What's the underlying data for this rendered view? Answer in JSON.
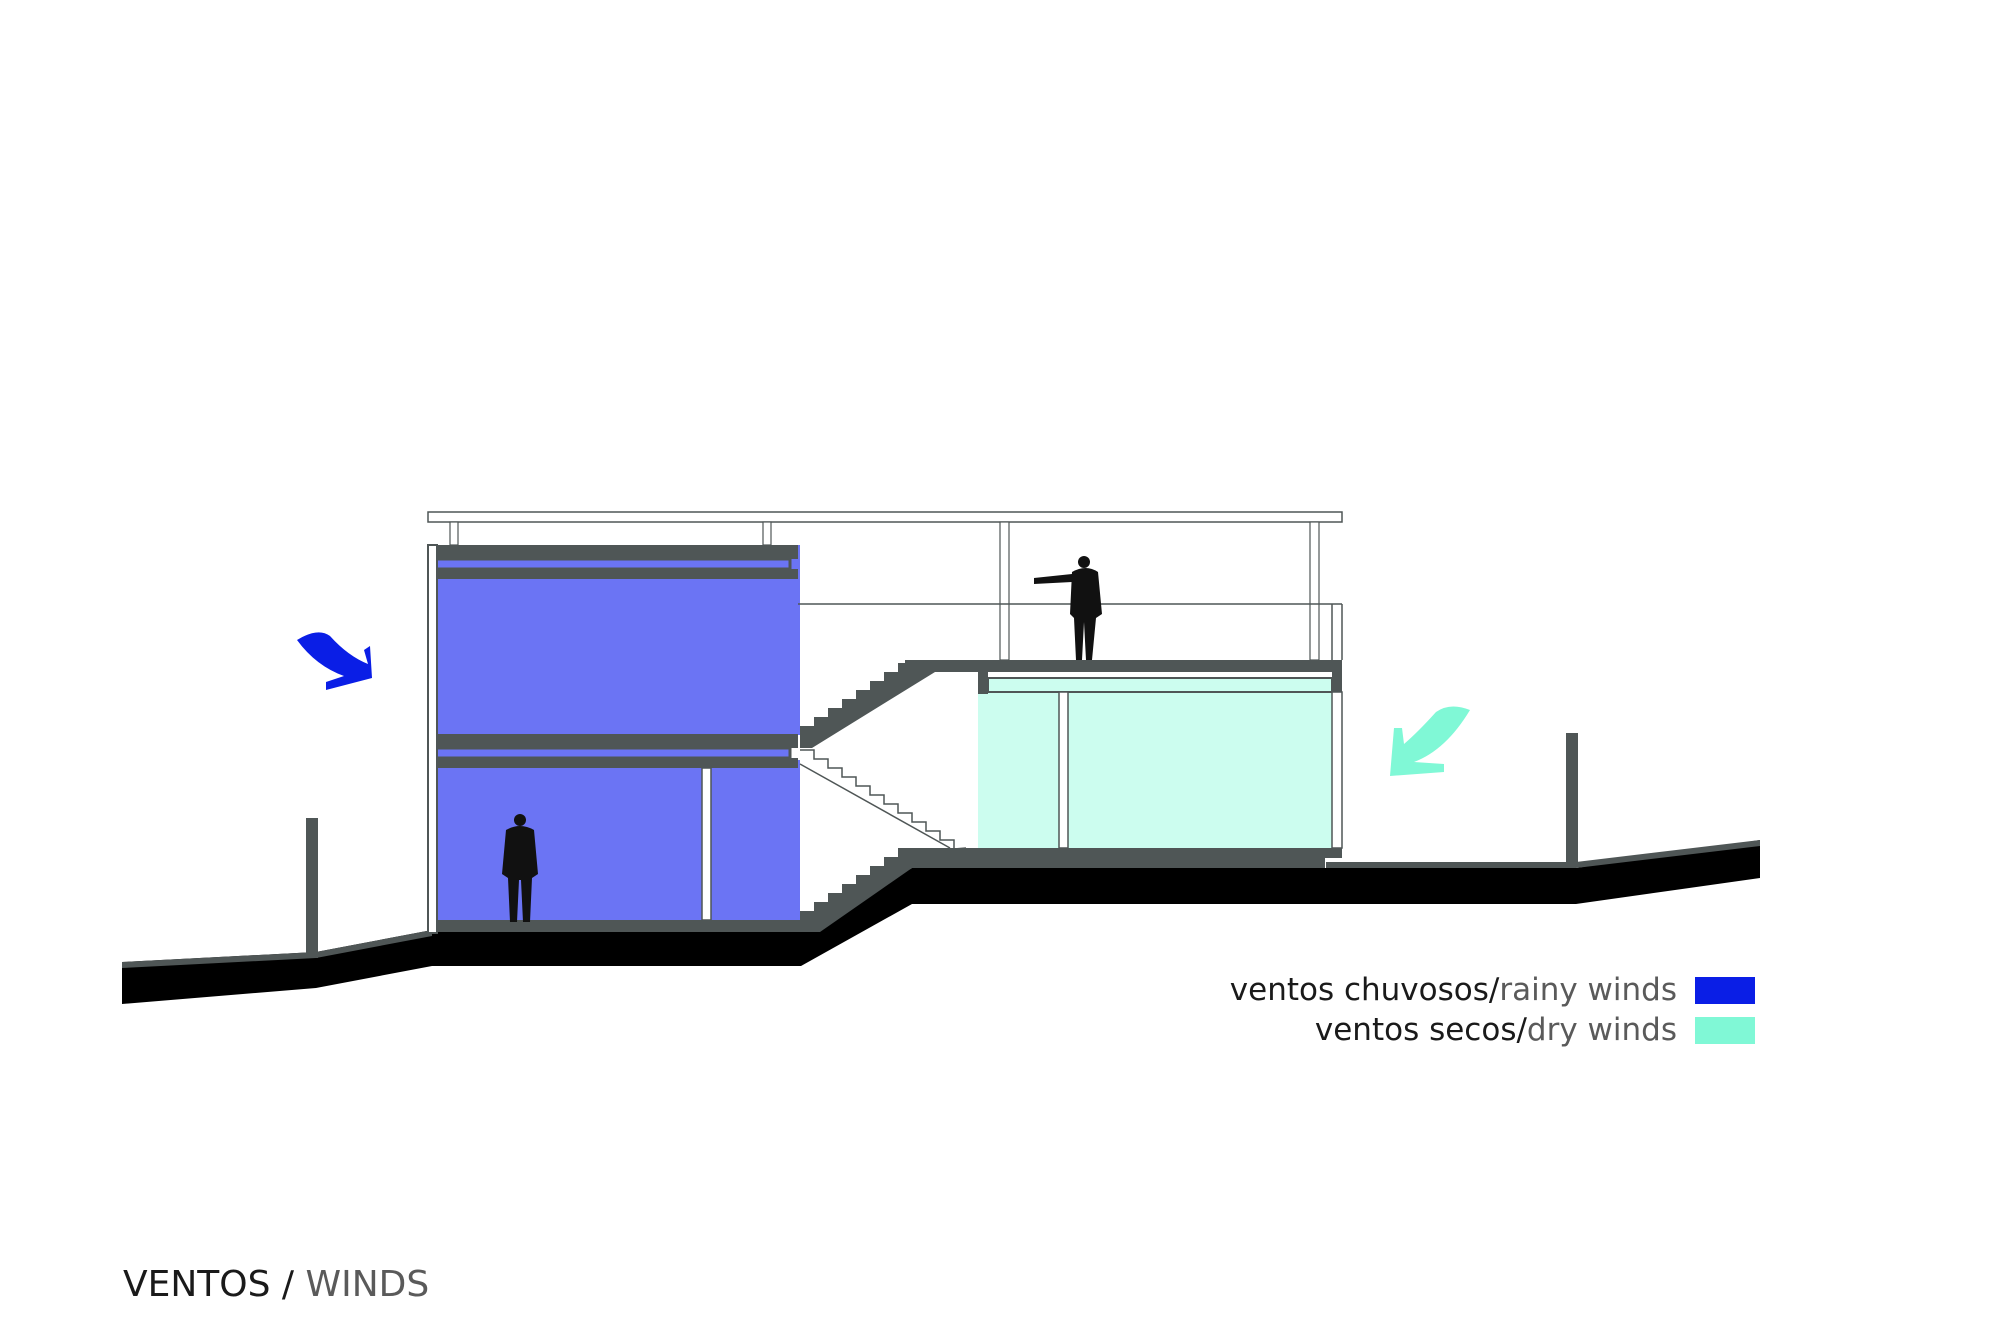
{
  "title": {
    "main": "VENTOS / ",
    "translation": "WINDS"
  },
  "legend": [
    {
      "label": "ventos chuvosos/ ",
      "translation": "rainy winds",
      "color": "#0a1ee6"
    },
    {
      "label": "ventos secos/ ",
      "translation": "dry winds",
      "color": "#80f8d6"
    }
  ],
  "colors": {
    "rainy_fill": "#6b74f4",
    "dry_fill": "#ccfdef",
    "slab": "#4f5656",
    "ground": "#000000",
    "figure": "#111111",
    "rainy_arrow": "#0a1ee6",
    "dry_arrow": "#80f8d6"
  },
  "icons": {
    "rainy_arrow": "curved-arrow-icon",
    "dry_arrow": "curved-arrow-icon",
    "people": "person-silhouette-icon"
  }
}
